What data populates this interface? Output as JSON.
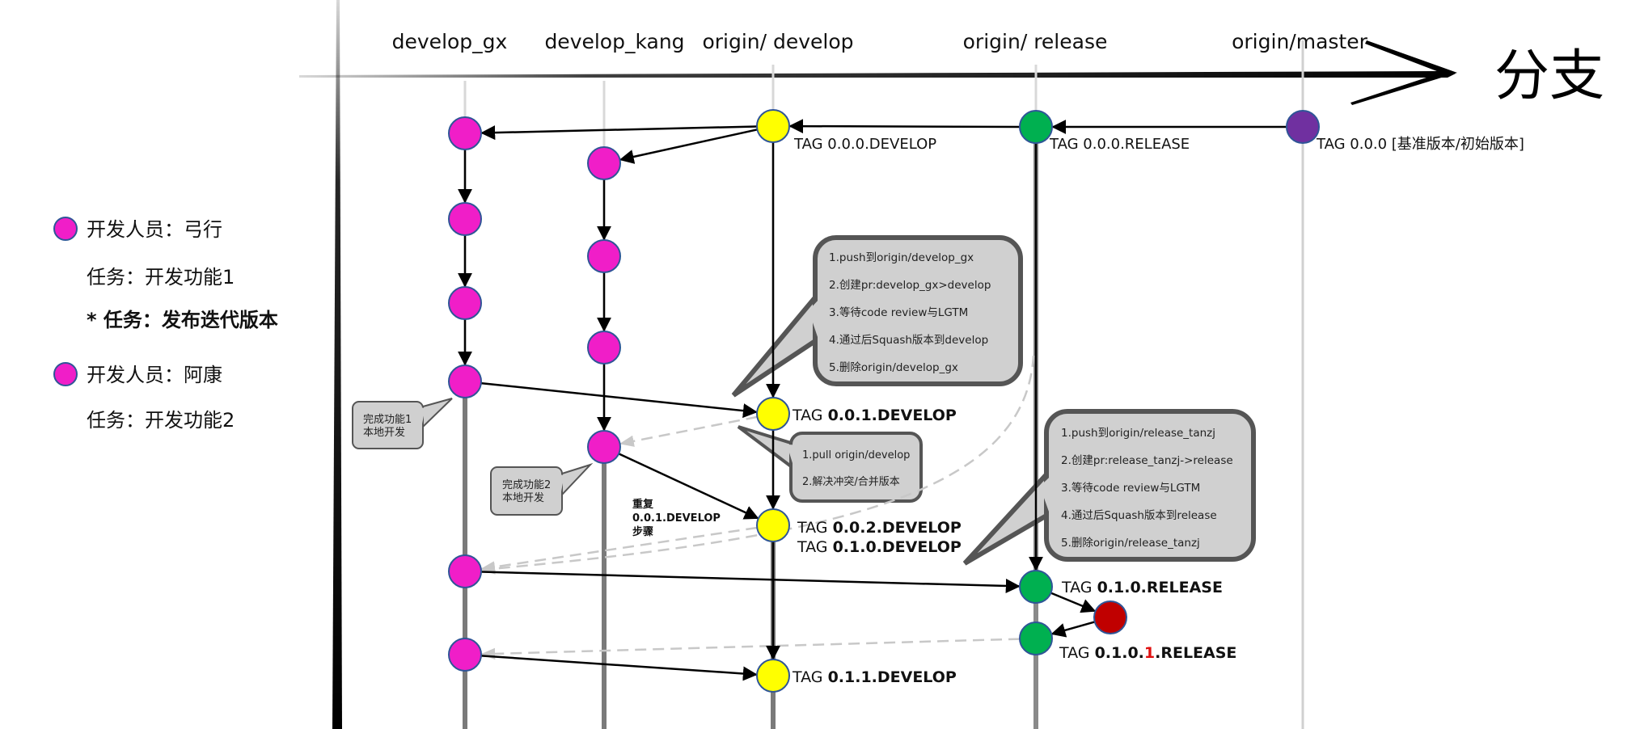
{
  "axis": {
    "title": "分支"
  },
  "branches": [
    {
      "id": "develop_gx",
      "label": "develop_gx"
    },
    {
      "id": "develop_kang",
      "label": "develop_kang"
    },
    {
      "id": "origin_develop",
      "label": "origin/ develop"
    },
    {
      "id": "origin_release",
      "label": "origin/ release"
    },
    {
      "id": "origin_master",
      "label": "origin/master"
    }
  ],
  "colors": {
    "developer": "#f01ec8",
    "develop": "#ffff00",
    "release": "#00b050",
    "master": "#7030a0",
    "hotfix": "#c00000",
    "node_stroke": "#2f5597",
    "callout_fill": "#d0d0d0",
    "callout_stroke": "#555555",
    "tag_highlight": "#e01010"
  },
  "legend": [
    {
      "dot": true,
      "text": "开发人员：弓行",
      "bold": false
    },
    {
      "dot": false,
      "text": "任务：开发功能1",
      "bold": false
    },
    {
      "dot": false,
      "text": "* 任务：发布迭代版本",
      "bold": true
    },
    {
      "dot": true,
      "text": "开发人员：阿康",
      "bold": false
    },
    {
      "dot": false,
      "text": "任务：开发功能2",
      "bold": false
    }
  ],
  "commits": [
    {
      "id": "m0",
      "branch": "origin_master",
      "kind": "master"
    },
    {
      "id": "r0",
      "branch": "origin_release",
      "kind": "release"
    },
    {
      "id": "d0",
      "branch": "origin_develop",
      "kind": "develop"
    },
    {
      "id": "gx1",
      "branch": "develop_gx",
      "kind": "developer"
    },
    {
      "id": "gx2",
      "branch": "develop_gx",
      "kind": "developer"
    },
    {
      "id": "gx3",
      "branch": "develop_gx",
      "kind": "developer"
    },
    {
      "id": "gx4",
      "branch": "develop_gx",
      "kind": "developer"
    },
    {
      "id": "k1",
      "branch": "develop_kang",
      "kind": "developer"
    },
    {
      "id": "k2",
      "branch": "develop_kang",
      "kind": "developer"
    },
    {
      "id": "k3",
      "branch": "develop_kang",
      "kind": "developer"
    },
    {
      "id": "k4",
      "branch": "develop_kang",
      "kind": "developer"
    },
    {
      "id": "d1",
      "branch": "origin_develop",
      "kind": "develop"
    },
    {
      "id": "d2",
      "branch": "origin_develop",
      "kind": "develop"
    },
    {
      "id": "gx5",
      "branch": "develop_gx",
      "kind": "developer"
    },
    {
      "id": "r1",
      "branch": "origin_release",
      "kind": "release"
    },
    {
      "id": "hf",
      "branch": "origin_release",
      "kind": "hotfix"
    },
    {
      "id": "r2",
      "branch": "origin_release",
      "kind": "release"
    },
    {
      "id": "gx6",
      "branch": "develop_gx",
      "kind": "developer"
    },
    {
      "id": "d3",
      "branch": "origin_develop",
      "kind": "develop"
    }
  ],
  "edges": [
    {
      "from": "m0",
      "to": "r0",
      "style": "solid"
    },
    {
      "from": "r0",
      "to": "d0",
      "style": "solid"
    },
    {
      "from": "d0",
      "to": "gx1",
      "style": "solid"
    },
    {
      "from": "d0",
      "to": "k1",
      "style": "solid"
    },
    {
      "from": "gx1",
      "to": "gx2",
      "style": "solid"
    },
    {
      "from": "gx2",
      "to": "gx3",
      "style": "solid"
    },
    {
      "from": "gx3",
      "to": "gx4",
      "style": "solid"
    },
    {
      "from": "k1",
      "to": "k2",
      "style": "solid"
    },
    {
      "from": "k2",
      "to": "k3",
      "style": "solid"
    },
    {
      "from": "k3",
      "to": "k4",
      "style": "solid"
    },
    {
      "from": "d0",
      "to": "d1",
      "style": "solid"
    },
    {
      "from": "gx4",
      "to": "d1",
      "style": "solid"
    },
    {
      "from": "d1",
      "to": "k4",
      "style": "dashed"
    },
    {
      "from": "k4",
      "to": "d2",
      "style": "solid"
    },
    {
      "from": "d1",
      "to": "d2",
      "style": "solid"
    },
    {
      "from": "d2",
      "to": "gx5",
      "style": "dashed"
    },
    {
      "from": "r0",
      "to": "gx5",
      "style": "dashed-curve"
    },
    {
      "from": "gx5",
      "to": "r1",
      "style": "solid"
    },
    {
      "from": "r0",
      "to": "r1",
      "style": "solid"
    },
    {
      "from": "r1",
      "to": "hf",
      "style": "solid"
    },
    {
      "from": "hf",
      "to": "r2",
      "style": "solid"
    },
    {
      "from": "r2",
      "to": "gx6",
      "style": "dashed"
    },
    {
      "from": "gx6",
      "to": "d3",
      "style": "solid"
    },
    {
      "from": "d2",
      "to": "d3",
      "style": "solid"
    }
  ],
  "tags": [
    {
      "commit": "m0",
      "prefix": "TAG 0.0.0 [基准版本/初始版本]",
      "version": "",
      "suffix": "",
      "highlight": "",
      "tail": "",
      "bold": false
    },
    {
      "commit": "r0",
      "prefix": "TAG 0.0.0.RELEASE",
      "version": "",
      "suffix": "",
      "highlight": "",
      "tail": "",
      "bold": false
    },
    {
      "commit": "d0",
      "prefix": "TAG 0.0.0.DEVELOP",
      "version": "",
      "suffix": "",
      "highlight": "",
      "tail": "",
      "bold": false
    },
    {
      "commit": "d1",
      "prefix": "TAG ",
      "version": "0.0.1.DEVELOP",
      "highlight": "",
      "tail": "",
      "bold": true
    },
    {
      "commit": "d2",
      "prefix": "TAG ",
      "version": "0.0.2.DEVELOP",
      "highlight": "",
      "tail": "",
      "bold": true
    },
    {
      "commit": "d2",
      "prefix": "TAG ",
      "version": "0.1.0.DEVELOP",
      "highlight": "",
      "tail": "",
      "bold": true,
      "line": 2
    },
    {
      "commit": "r1",
      "prefix": "TAG ",
      "version": "0.1.0.RELEASE",
      "highlight": "",
      "tail": "",
      "bold": true
    },
    {
      "commit": "r2",
      "prefix": "TAG ",
      "version": "0.1.0.",
      "highlight": "1",
      "tail": ".RELEASE",
      "bold": true
    },
    {
      "commit": "d3",
      "prefix": "TAG ",
      "version": "0.1.1.DEVELOP",
      "highlight": "",
      "tail": "",
      "bold": true
    }
  ],
  "callouts": [
    {
      "id": "merge_gx",
      "lines": [
        "1.push到origin/develop_gx",
        "2.创建pr:develop_gx>develop",
        "3.等待code review与LGTM",
        "4.通过后Squash版本到develop",
        "5.删除origin/develop_gx"
      ]
    },
    {
      "id": "pull_develop",
      "lines": [
        "1.pull origin/develop",
        "2.解决冲突/合并版本"
      ]
    },
    {
      "id": "merge_release",
      "lines": [
        "1.push到origin/release_tanzj",
        "2.创建pr:release_tanzj->release",
        "3.等待code review与LGTM",
        "4.通过后Squash版本到release",
        "5.删除origin/release_tanzj"
      ]
    },
    {
      "id": "done_feature1",
      "lines": [
        "完成功能1",
        "本地开发"
      ]
    },
    {
      "id": "done_feature2",
      "lines": [
        "完成功能2",
        "本地开发"
      ]
    }
  ],
  "notes": [
    {
      "id": "repeat_steps",
      "lines": [
        "重复",
        "0.0.1.DEVELOP",
        "步骤"
      ]
    }
  ]
}
